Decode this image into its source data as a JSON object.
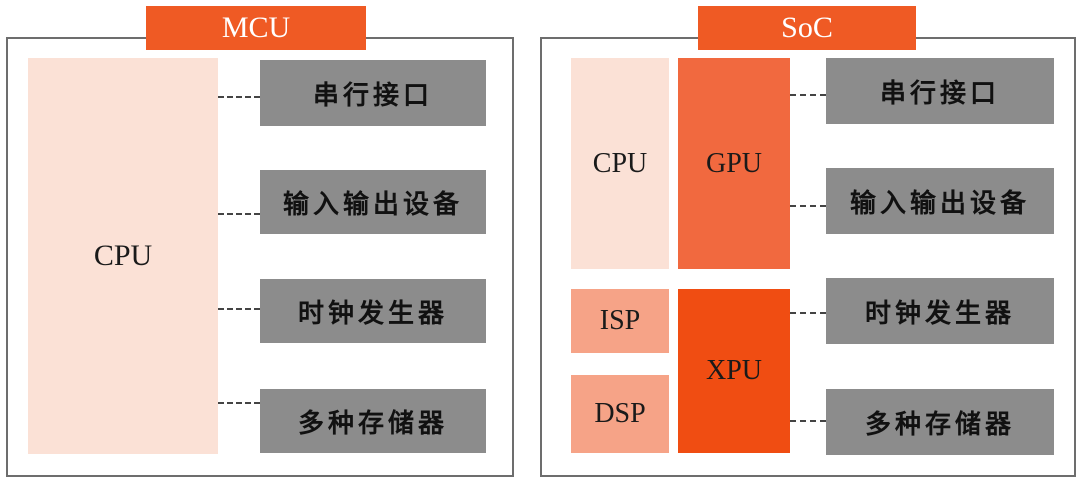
{
  "mcu": {
    "title": "MCU",
    "cpu": "CPU",
    "peripherals": [
      "串行接口",
      "输入输出设备",
      "时钟发生器",
      "多种存储器"
    ]
  },
  "soc": {
    "title": "SoC",
    "cpu": "CPU",
    "gpu": "GPU",
    "isp": "ISP",
    "dsp": "DSP",
    "xpu": "XPU",
    "peripherals": [
      "串行接口",
      "输入输出设备",
      "时钟发生器",
      "多种存储器"
    ]
  },
  "colors": {
    "title_bg": "#ef5a24",
    "cpu_light": "#fbe1d6",
    "gpu": "#f1693f",
    "isp_dsp": "#f6a387",
    "xpu": "#f04d12",
    "peripheral_bg": "#8c8c8c",
    "frame": "#6d6d6d"
  }
}
